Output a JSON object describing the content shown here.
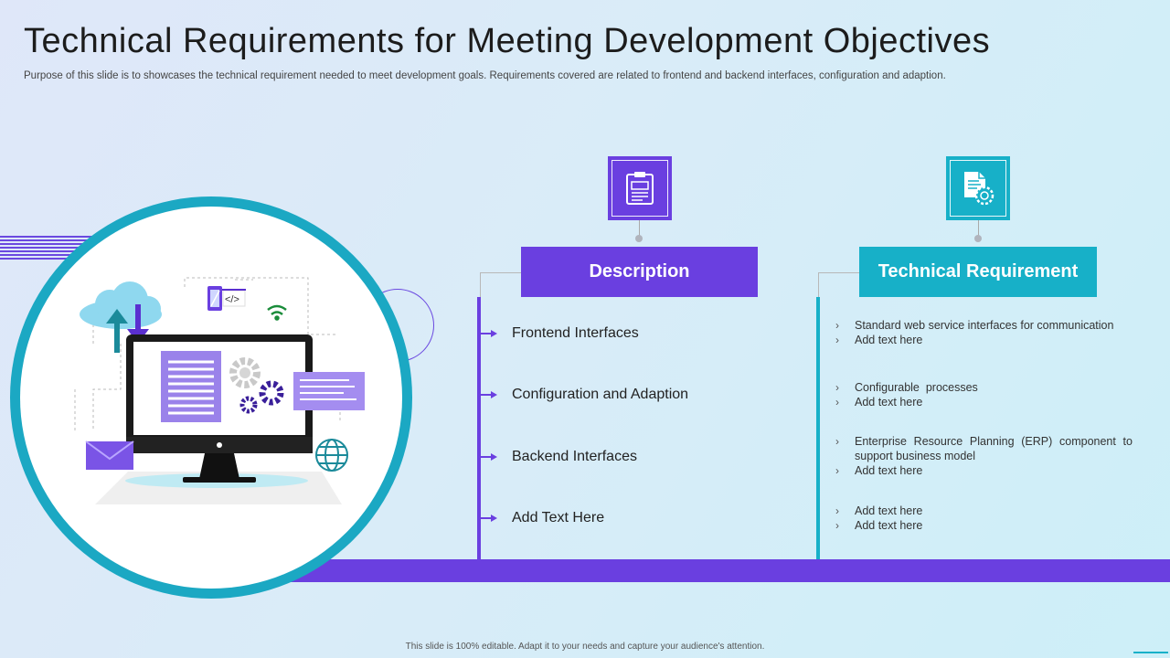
{
  "slide": {
    "title": "Technical Requirements for Meeting Development Objectives",
    "subtitle": "Purpose of this slide is to showcases the technical requirement needed to meet development goals. Requirements covered are related to frontend and backend interfaces, configuration and adaption.",
    "footer": "This slide is 100% editable.  Adapt it to your needs and capture your audience's attention."
  },
  "colors": {
    "purple": "#6a3fe0",
    "teal": "#17b0c8",
    "ring": "#1ba8c3"
  },
  "illustration": {
    "icon": "computer-development-illustration",
    "code_glyph": "</>"
  },
  "columns": {
    "description": {
      "icon": "clipboard-document-icon",
      "header": "Description",
      "items": [
        "Frontend Interfaces",
        "Configuration and Adaption",
        "Backend Interfaces",
        "Add Text Here"
      ]
    },
    "technical_requirement": {
      "icon": "document-gear-icon",
      "header": "Technical Requirement",
      "groups": [
        [
          "Standard web service interfaces for communication",
          "Add text here"
        ],
        [
          "Configurable  processes",
          "Add text here"
        ],
        [
          "Enterprise Resource Planning (ERP) component to support business model",
          "Add text here"
        ],
        [
          "Add text here",
          "Add text here"
        ]
      ]
    }
  }
}
